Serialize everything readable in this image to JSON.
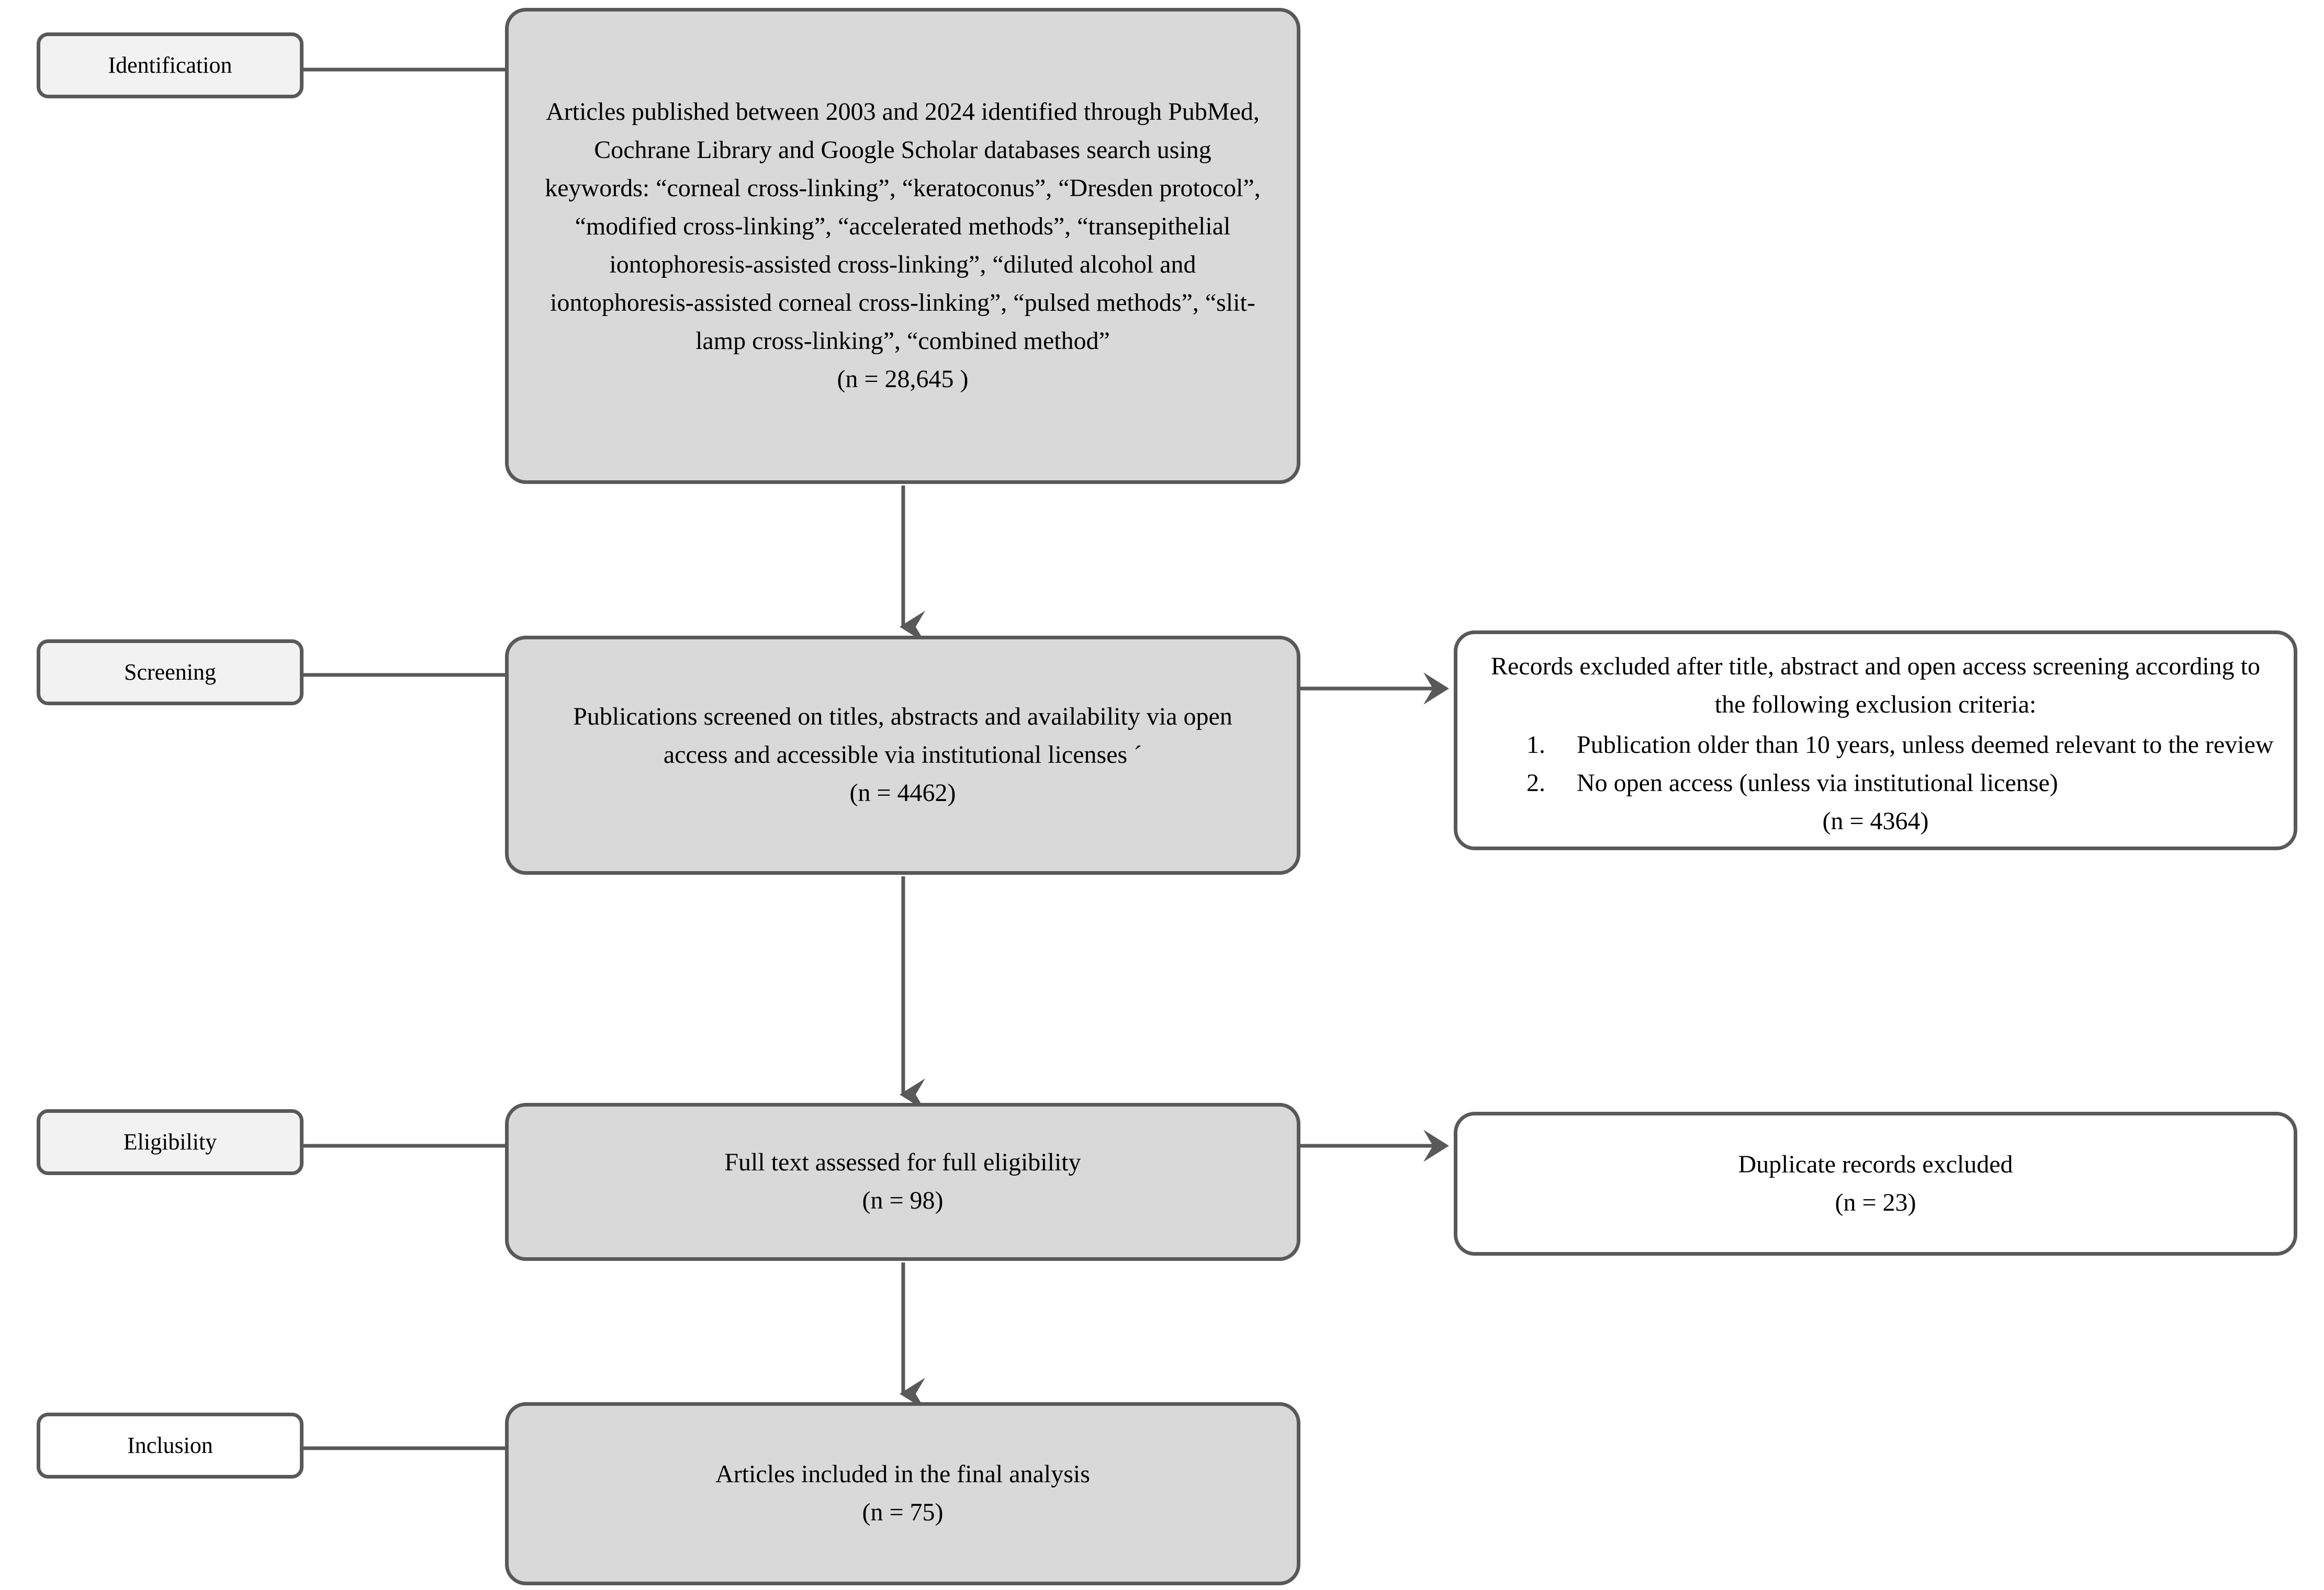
{
  "diagram": {
    "type": "prisma-flow-diagram",
    "colors": {
      "node_fill": "#d9d9d9",
      "label_fill": "#f2f2f2",
      "plain_fill": "#ffffff",
      "border": "#595959",
      "text": "#000000",
      "background": "#ffffff"
    }
  },
  "stages": {
    "identification": "Identification",
    "screening": "Screening",
    "eligibility": "Eligibility",
    "inclusion": "Inclusion"
  },
  "identification": {
    "text": "Articles published between 2003 and 2024 identified through PubMed, Cochrane Library and Google Scholar databases search using keywords: “corneal cross-linking”, “keratoconus”, “Dresden protocol”, “modified cross-linking”, “accelerated methods”, “transepithelial iontophoresis-assisted cross-linking”, “diluted alcohol and iontophoresis-assisted corneal cross-linking”, “pulsed methods”, “slit-lamp cross-linking”,  “combined method”",
    "count": "(n = 28,645 )",
    "keywords": [
      "corneal cross-linking",
      "keratoconus",
      "Dresden protocol",
      "modified cross-linking",
      "accelerated methods",
      "transepithelial iontophoresis-assisted cross-linking",
      "diluted alcohol and iontophoresis-assisted corneal cross-linking",
      "pulsed methods",
      "slit-lamp cross-linking",
      "combined method"
    ],
    "databases": [
      "PubMed",
      "Cochrane Library",
      "Google Scholar"
    ],
    "year_range": "2003 and 2024",
    "n": 28645
  },
  "screening": {
    "text": "Publications screened on titles, abstracts and availability via open access and accessible via institutional licenses ´",
    "count": "(n = 4462)",
    "n": 4462
  },
  "screening_excluded": {
    "heading": "Records excluded after title, abstract and open access screening according to the following exclusion criteria:",
    "criteria": [
      "Publication older than 10 years, unless deemed relevant to the review",
      "No open access (unless via institutional license)"
    ],
    "count": "(n = 4364)",
    "n": 4364
  },
  "eligibility": {
    "text": "Full text assessed for full eligibility",
    "count": "(n = 98)",
    "n": 98
  },
  "eligibility_excluded": {
    "text": "Duplicate records excluded",
    "count": "(n = 23)",
    "n": 23
  },
  "inclusion": {
    "text": "Articles included in the final analysis",
    "count": "(n = 75)",
    "n": 75
  }
}
